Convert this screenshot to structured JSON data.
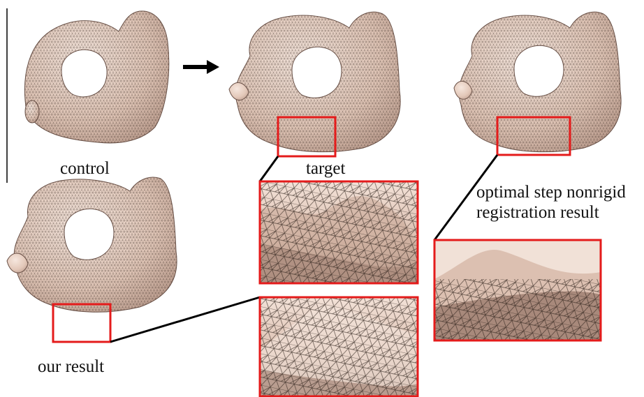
{
  "captions": {
    "control": "control",
    "target": "target",
    "our_result": "our result",
    "optimal_line1": "optimal step nonrigid",
    "optimal_line2": "registration result"
  },
  "colors": {
    "mesh_fill": "#e9d2c5",
    "mesh_shade": "#b99a8a",
    "wire": "#3a2a22",
    "highlight_box": "#e41b1b",
    "connector": "#000000",
    "arrow": "#000000",
    "divider": "#000000"
  },
  "icons": {
    "arrow": "right-arrow-icon"
  }
}
